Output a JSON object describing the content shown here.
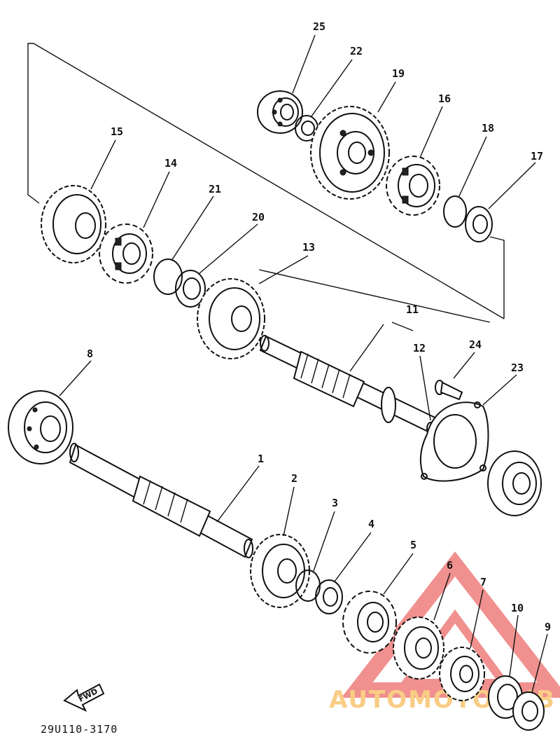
{
  "diagram": {
    "part_code": "29U110-3170",
    "fwd_label": "FWD",
    "watermark": "AUTOMOTOHUB",
    "watermark_color": "#e53935",
    "callouts": [
      "25",
      "22",
      "19",
      "16",
      "18",
      "17",
      "15",
      "14",
      "21",
      "20",
      "13",
      "11",
      "12",
      "24",
      "23",
      "8",
      "1",
      "2",
      "3",
      "4",
      "5",
      "6",
      "7",
      "10",
      "9"
    ]
  }
}
